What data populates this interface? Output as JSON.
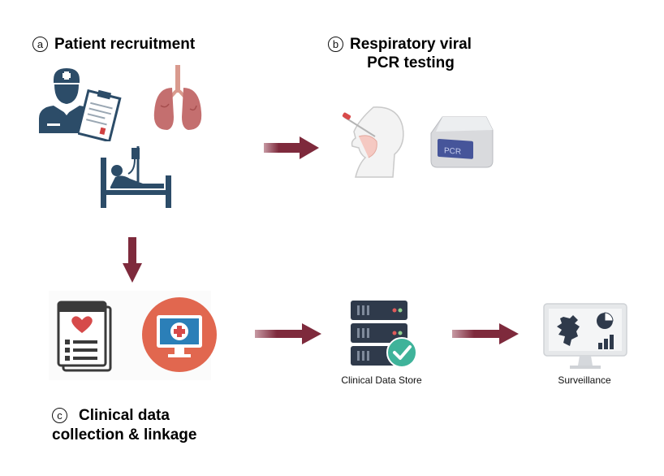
{
  "sections": {
    "a": {
      "marker": "a",
      "title": "Patient recruitment"
    },
    "b": {
      "marker": "b",
      "title_line1": "Respiratory viral",
      "title_line2": "PCR testing"
    },
    "c": {
      "marker": "c",
      "title_line1": "Clinical data",
      "title_line2": "collection & linkage"
    }
  },
  "pcr_machine_label": "PCR",
  "captions": {
    "data_store": "Clinical Data Store",
    "surveillance": "Surveillance"
  },
  "colors": {
    "arrow": "#7e2a3c",
    "clinician": "#2c4c68",
    "lungs": "#c46f6f",
    "bed": "#2c4c68",
    "server": "#2f3a4b",
    "check": "#3fb39a",
    "monitor_ring": "#e1674f",
    "monitor_screen": "#2b7fb8"
  },
  "icons": [
    "nurse-icon",
    "clipboard-icon",
    "lungs-icon",
    "hospital-bed-icon",
    "nasal-swab-icon",
    "pcr-machine-icon",
    "medical-record-icon",
    "medical-monitor-icon",
    "server-icon",
    "check-icon",
    "scotland-map-icon",
    "pie-chart-icon",
    "bar-chart-icon"
  ]
}
